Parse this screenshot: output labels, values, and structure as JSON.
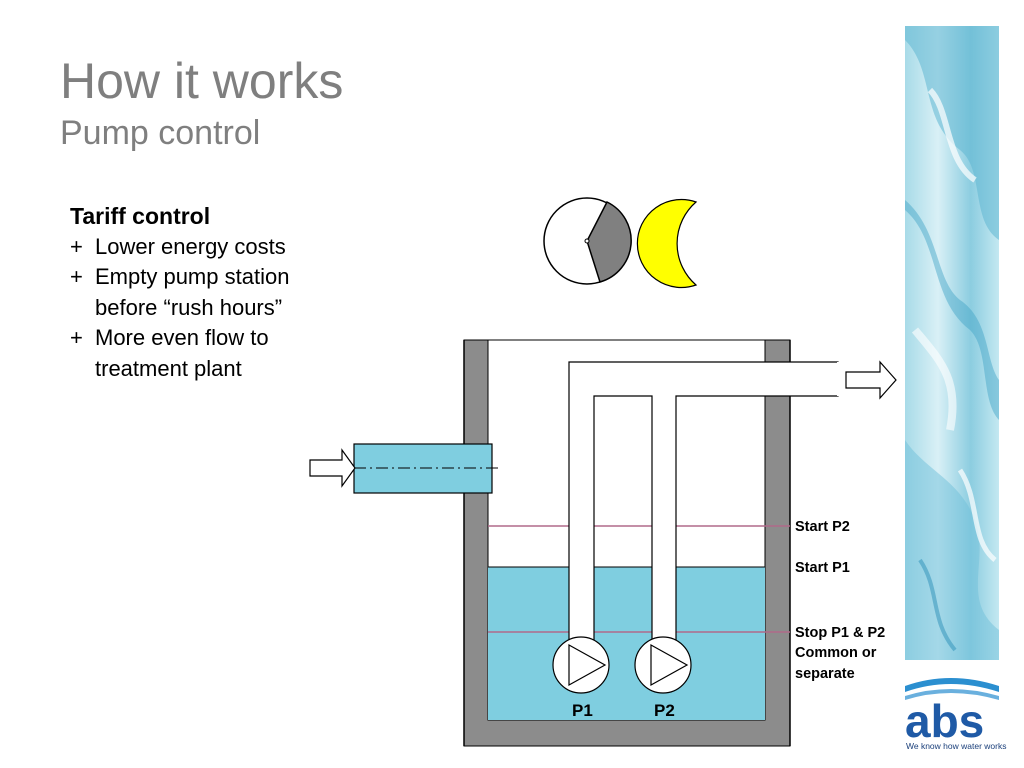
{
  "slide": {
    "title": "How it works",
    "subtitle": "Pump control"
  },
  "bullets": {
    "heading": "Tariff control",
    "marker": "+",
    "items": [
      [
        "Lower energy costs"
      ],
      [
        "Empty pump station",
        "before “rush hours”"
      ],
      [
        "More even flow to",
        "treatment plant"
      ]
    ]
  },
  "levels": {
    "start_p2": "Start P2",
    "start_p1": "Start P1",
    "stop_lines": [
      "Stop P1 & P2",
      "Common or",
      "separate"
    ]
  },
  "pumps": [
    "P1",
    "P2"
  ],
  "logo": {
    "brand": "abs",
    "tagline": "We know how water works"
  },
  "colors": {
    "water": "#7fcee0",
    "wall": "#8c8c8c",
    "level_line": "#b06a8a",
    "moon": "#ffff00",
    "clock_sector": "#808080",
    "brand": "#1f5aa6"
  },
  "icons": [
    "clock-icon",
    "moon-icon",
    "inlet-arrow-icon",
    "outlet-arrow-icon",
    "pump-icon"
  ]
}
